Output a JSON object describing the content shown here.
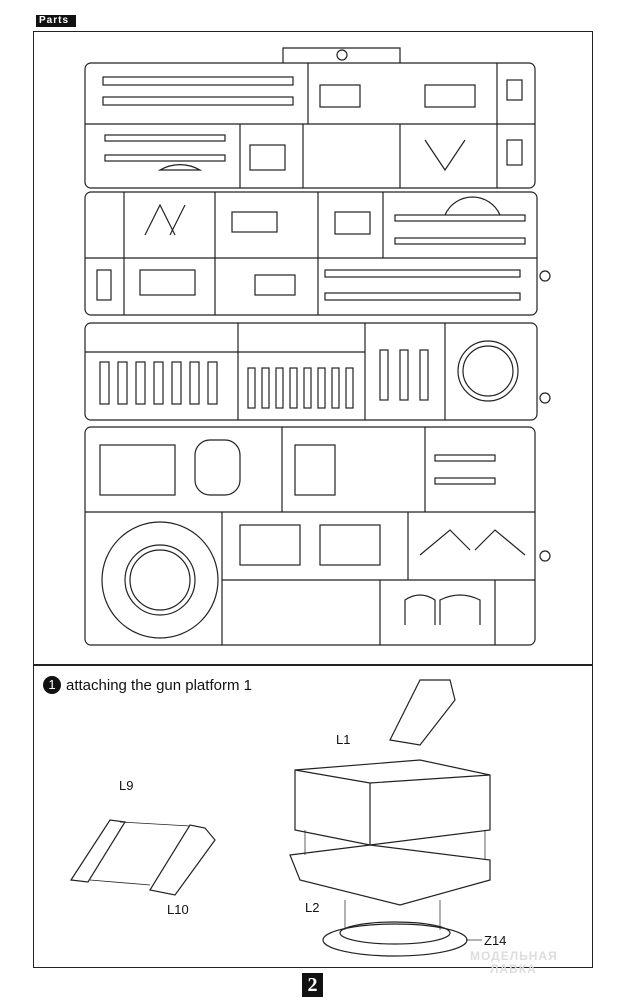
{
  "header": {
    "label": "Parts"
  },
  "step": {
    "number": "1",
    "title": "attaching the gun platform 1"
  },
  "part_labels": {
    "l1": "L1",
    "l9": "L9",
    "l10": "L10",
    "l2": "L2",
    "z14": "Z14"
  },
  "footer": {
    "page_number": "2"
  },
  "watermark": {
    "line1": "МОДЕЛЬНАЯ",
    "line2": "ЛАВКА"
  }
}
